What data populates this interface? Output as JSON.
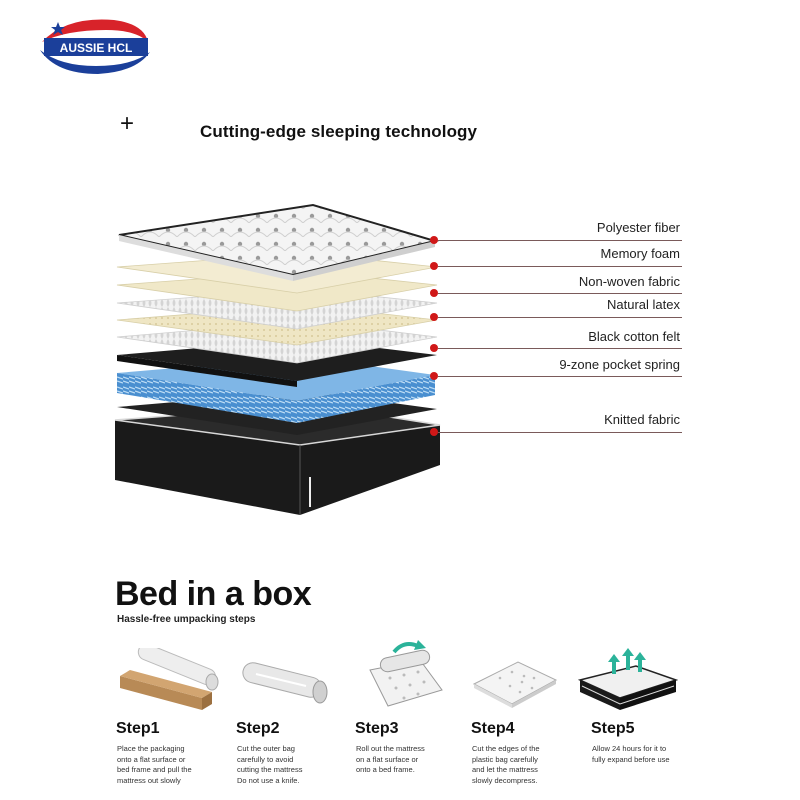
{
  "brand": {
    "logo_text": "AUSSIE HCL"
  },
  "header": {
    "plus": "+",
    "title": "Cutting-edge sleeping technology"
  },
  "layers": [
    {
      "label": "Polyester fiber"
    },
    {
      "label": "Memory foam"
    },
    {
      "label": "Non-woven fabric"
    },
    {
      "label": "Natural latex"
    },
    {
      "label": "Black cotton felt"
    },
    {
      "label": "9-zone pocket spring"
    },
    {
      "label": "Knitted fabric"
    }
  ],
  "bed_in_box": {
    "title": "Bed in a box",
    "subtitle": "Hassle-free umpacking steps",
    "steps": [
      {
        "title": "Step1",
        "lines": [
          "Place the packaging",
          "onto a flat surface or",
          "bed frame and pull the",
          "mattress out slowly"
        ]
      },
      {
        "title": "Step2",
        "lines": [
          "Cut the outer bag",
          "carefully to avoid",
          "cutting the mattress",
          "Do not use a knife."
        ]
      },
      {
        "title": "Step3",
        "lines": [
          "Roll out the mattress",
          "on a flat surface or",
          "onto a bed frame."
        ]
      },
      {
        "title": "Step4",
        "lines": [
          "Cut the edges of the",
          "plastic bag carefully",
          "and let the mattress",
          "slowly decompress."
        ]
      },
      {
        "title": "Step5",
        "lines": [
          "Allow 24 hours for it to",
          "fully expand before use"
        ]
      }
    ]
  },
  "colors": {
    "accent_red": "#d01818",
    "logo_blue": "#1b3f9a",
    "logo_red": "#d8232a",
    "spring_blue": "#4a8fd0"
  }
}
